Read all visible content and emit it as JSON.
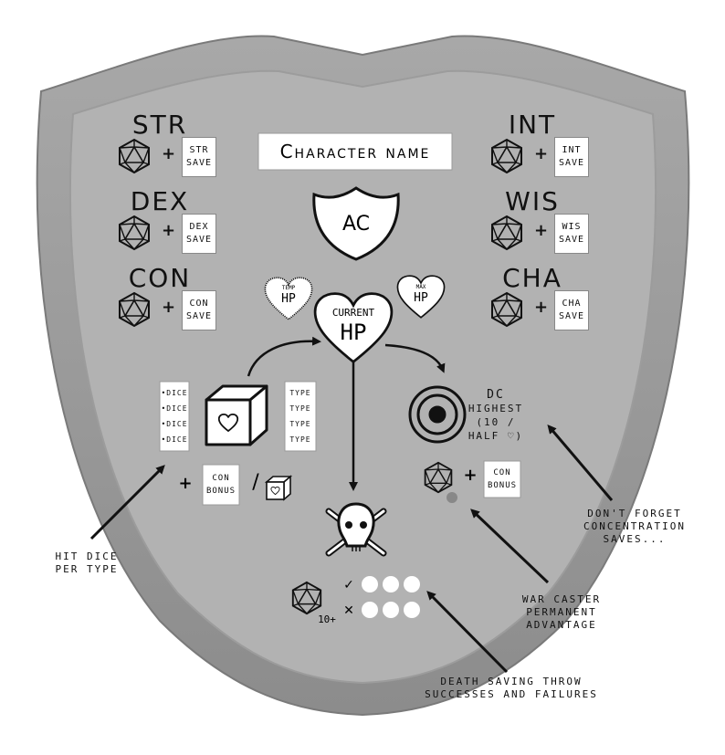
{
  "title": "Character name",
  "left_stats": [
    {
      "abbr": "STR",
      "save_line1": "STR",
      "save_line2": "SAVE"
    },
    {
      "abbr": "DEX",
      "save_line1": "DEX",
      "save_line2": "SAVE"
    },
    {
      "abbr": "CON",
      "save_line1": "CON",
      "save_line2": "SAVE"
    }
  ],
  "right_stats": [
    {
      "abbr": "INT",
      "save_line1": "INT",
      "save_line2": "SAVE"
    },
    {
      "abbr": "WIS",
      "save_line1": "WIS",
      "save_line2": "SAVE"
    },
    {
      "abbr": "CHA",
      "save_line1": "CHA",
      "save_line2": "SAVE"
    }
  ],
  "ac_label": "AC",
  "temp_hp": {
    "top": "TEMP",
    "bottom": "HP"
  },
  "current_hp": {
    "top": "CURRENT",
    "bottom": "HP"
  },
  "max_hp": {
    "top": "MAX",
    "bottom": "HP"
  },
  "dice_list": [
    "•DICE",
    "•DICE",
    "•DICE",
    "•DICE"
  ],
  "type_list": [
    "TYPE",
    "TYPE",
    "TYPE",
    "TYPE"
  ],
  "con_bonus": {
    "line1": "CON",
    "line2": "BONUS"
  },
  "dc": {
    "line1": "DC",
    "line2": "HIGHEST",
    "line3": "(10 /",
    "line4": "HALF ♡)"
  },
  "concentration_bonus": {
    "line1": "CON",
    "line2": "BONUS"
  },
  "death_save": {
    "d20_label": "10+",
    "success_mark": "✓",
    "failure_mark": "✕"
  },
  "notes": {
    "hit_dice": [
      "HIT DICE",
      "PER TYPE"
    ],
    "concentration": [
      "DON'T FORGET",
      "CONCENTRATION",
      "SAVES..."
    ],
    "war_caster": [
      "WAR CASTER",
      "PERMANENT",
      "ADVANTAGE"
    ],
    "death": [
      "DEATH SAVING THROW",
      "SUCCESSES AND FAILURES"
    ]
  },
  "colors": {
    "shield_outer": "#9a9a9a",
    "shield_inner": "#b4b4b4",
    "ink": "#111111",
    "paper": "#ffffff"
  }
}
